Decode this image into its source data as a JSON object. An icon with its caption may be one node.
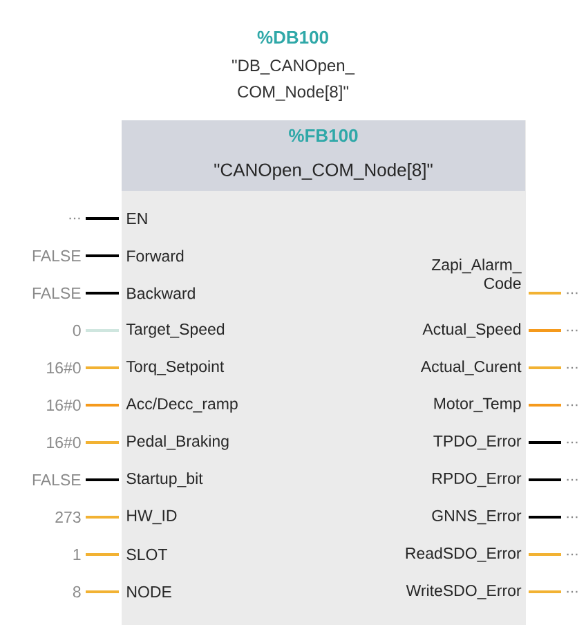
{
  "diagram": {
    "nodes": [
      {
        "text": [
          "%DB100",
          "\"DB_CANOpen_ COM_Node[8]\"",
          "%FB100",
          "\"CANOpen_COM_Node[8]\""
        ]
      },
      {
        "text": [
          "EN"
        ],
        "in": 0
      },
      {
        "text": [
          "Forward"
        ],
        "in": 0
      },
      {
        "text": [
          "Backward"
        ],
        "in": 0
      },
      {
        "text": [
          "Target_Speed"
        ],
        "in": 0
      },
      {
        "text": [
          "Torq_Setpoint"
        ],
        "in": 0
      },
      {
        "text": [
          "Acc/Decc_ramp"
        ],
        "in": 0
      },
      {
        "text": [
          "Pedal_Braking"
        ],
        "in": 0
      },
      {
        "text": [
          "Startup_bit"
        ],
        "in": 0
      },
      {
        "text": [
          "HW_ID"
        ],
        "in": 0
      },
      {
        "text": [
          "SLOT"
        ],
        "in": 0
      },
      {
        "text": [
          "NODE"
        ],
        "in": 0
      },
      {
        "text": [
          "Zapi_Alarm_ Code"
        ],
        "in": 0
      },
      {
        "text": [
          "Actual_Speed"
        ],
        "in": 0
      },
      {
        "text": [
          "Actual_Curent"
        ],
        "in": 0
      },
      {
        "text": [
          "Motor_Temp"
        ],
        "in": 0
      },
      {
        "text": [
          "TPDO_Error"
        ],
        "in": 0
      },
      {
        "text": [
          "RPDO_Error"
        ],
        "in": 0
      },
      {
        "text": [
          "GNNS_Error"
        ],
        "in": 0
      },
      {
        "text": [
          "ReadSDO_Error"
        ],
        "in": 0
      },
      {
        "text": [
          "WriteSDO_Error"
        ],
        "in": 0
      },
      {
        "text": [
          "..."
        ]
      },
      {
        "text": [
          "FALSE"
        ]
      },
      {
        "text": [
          "FALSE"
        ]
      },
      {
        "text": [
          "0"
        ]
      },
      {
        "text": [
          "16#0"
        ]
      },
      {
        "text": [
          "16#0"
        ]
      },
      {
        "text": [
          "16#0"
        ]
      },
      {
        "text": [
          "FALSE"
        ]
      },
      {
        "text": [
          "273"
        ]
      },
      {
        "text": [
          "1"
        ]
      },
      {
        "text": [
          "8"
        ]
      },
      {
        "text": [
          "..."
        ]
      },
      {
        "text": [
          "..."
        ]
      },
      {
        "text": [
          "..."
        ]
      },
      {
        "text": [
          "..."
        ]
      },
      {
        "text": [
          "..."
        ]
      },
      {
        "text": [
          "..."
        ]
      },
      {
        "text": [
          "..."
        ]
      },
      {
        "text": [
          "..."
        ]
      },
      {
        "text": [
          "..."
        ]
      }
    ],
    "edges": [
      {
        "from": 21,
        "to": 1,
        "arrow": "none",
        "color": "#000000"
      },
      {
        "from": 22,
        "to": 2,
        "arrow": "none",
        "color": "#000000"
      },
      {
        "from": 23,
        "to": 3,
        "arrow": "none",
        "color": "#000000"
      },
      {
        "from": 24,
        "to": 4,
        "arrow": "none",
        "color": "#cfe6df"
      },
      {
        "from": 25,
        "to": 5,
        "arrow": "none"
      },
      {
        "from": 26,
        "to": 6,
        "arrow": "none",
        "color": "#f59a1c"
      },
      {
        "from": 27,
        "to": 7,
        "arrow": "none"
      },
      {
        "from": 28,
        "to": 8,
        "arrow": "none",
        "color": "#000000"
      },
      {
        "from": 29,
        "to": 9,
        "arrow": "none"
      },
      {
        "from": 30,
        "to": 10,
        "arrow": "none"
      },
      {
        "from": 31,
        "to": 11,
        "arrow": "none"
      },
      {
        "from": 12,
        "to": 32,
        "arrow": "none"
      },
      {
        "from": 13,
        "to": 33,
        "arrow": "none",
        "color": "#f59a1c"
      },
      {
        "from": 14,
        "to": 34,
        "arrow": "none"
      },
      {
        "from": 15,
        "to": 35,
        "arrow": "none",
        "color": "#f59a1c"
      },
      {
        "from": 16,
        "to": 36,
        "arrow": "none",
        "color": "#000000"
      },
      {
        "from": 17,
        "to": 37,
        "arrow": "none",
        "color": "#000000"
      },
      {
        "from": 18,
        "to": 38,
        "arrow": "none",
        "color": "#000000"
      },
      {
        "from": 19,
        "to": 39,
        "arrow": "none"
      },
      {
        "from": 20,
        "to": 40,
        "arrow": "none"
      }
    ]
  }
}
